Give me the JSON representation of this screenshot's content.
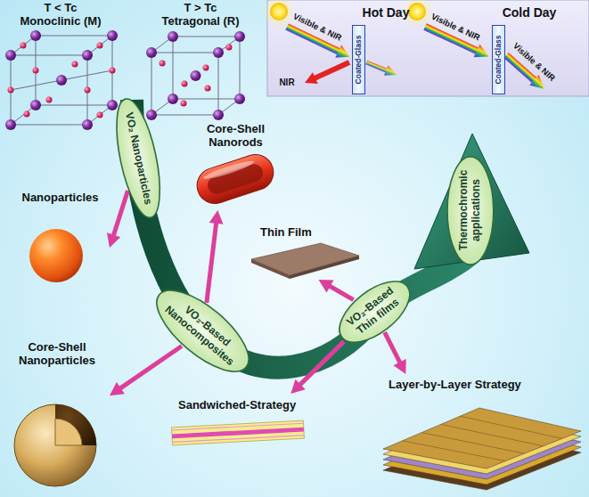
{
  "diagram": {
    "nodes": [
      {
        "text": [
          "Coated-Glass"
        ]
      },
      {
        "text": [
          "Coated-Glass"
        ]
      },
      {
        "text": [
          "Core-Shell Nanorods"
        ]
      },
      {
        "text": [
          "VO₂ Nanoparticles"
        ]
      },
      {
        "text": [
          "Thermochromic applications"
        ]
      },
      {
        "text": [
          "Nanoparticles"
        ]
      },
      {
        "text": [
          "Thin Film"
        ]
      },
      {
        "text": [
          "VO₂-Based Thin films"
        ]
      },
      {
        "text": [
          "VO₂-Based Nanocomposites"
        ]
      },
      {
        "text": [
          "Core-Shell Nanoparticles"
        ]
      },
      {
        "text": [
          "Layer-by-Layer Strategy"
        ]
      },
      {
        "text": [
          "Sandwiched-Strategy"
        ]
      }
    ],
    "edges": [
      {
        "from": 3,
        "to": 5,
        "arrow": "to"
      },
      {
        "from": 8,
        "to": 2,
        "arrow": "to"
      },
      {
        "from": 8,
        "to": 9,
        "arrow": "to"
      },
      {
        "from": 7,
        "to": 6,
        "arrow": "to"
      },
      {
        "from": 7,
        "to": 11,
        "arrow": "to"
      },
      {
        "from": 7,
        "to": 10,
        "arrow": "to"
      }
    ],
    "labels": [
      "T < Tc",
      "Monoclinic (M)",
      "T > Tc",
      "Tetragonal (R)",
      "Hot Day",
      "Cold Day",
      "Visible & NIR",
      "NIR",
      "Visible & NIR",
      "Visible & NIR"
    ]
  }
}
